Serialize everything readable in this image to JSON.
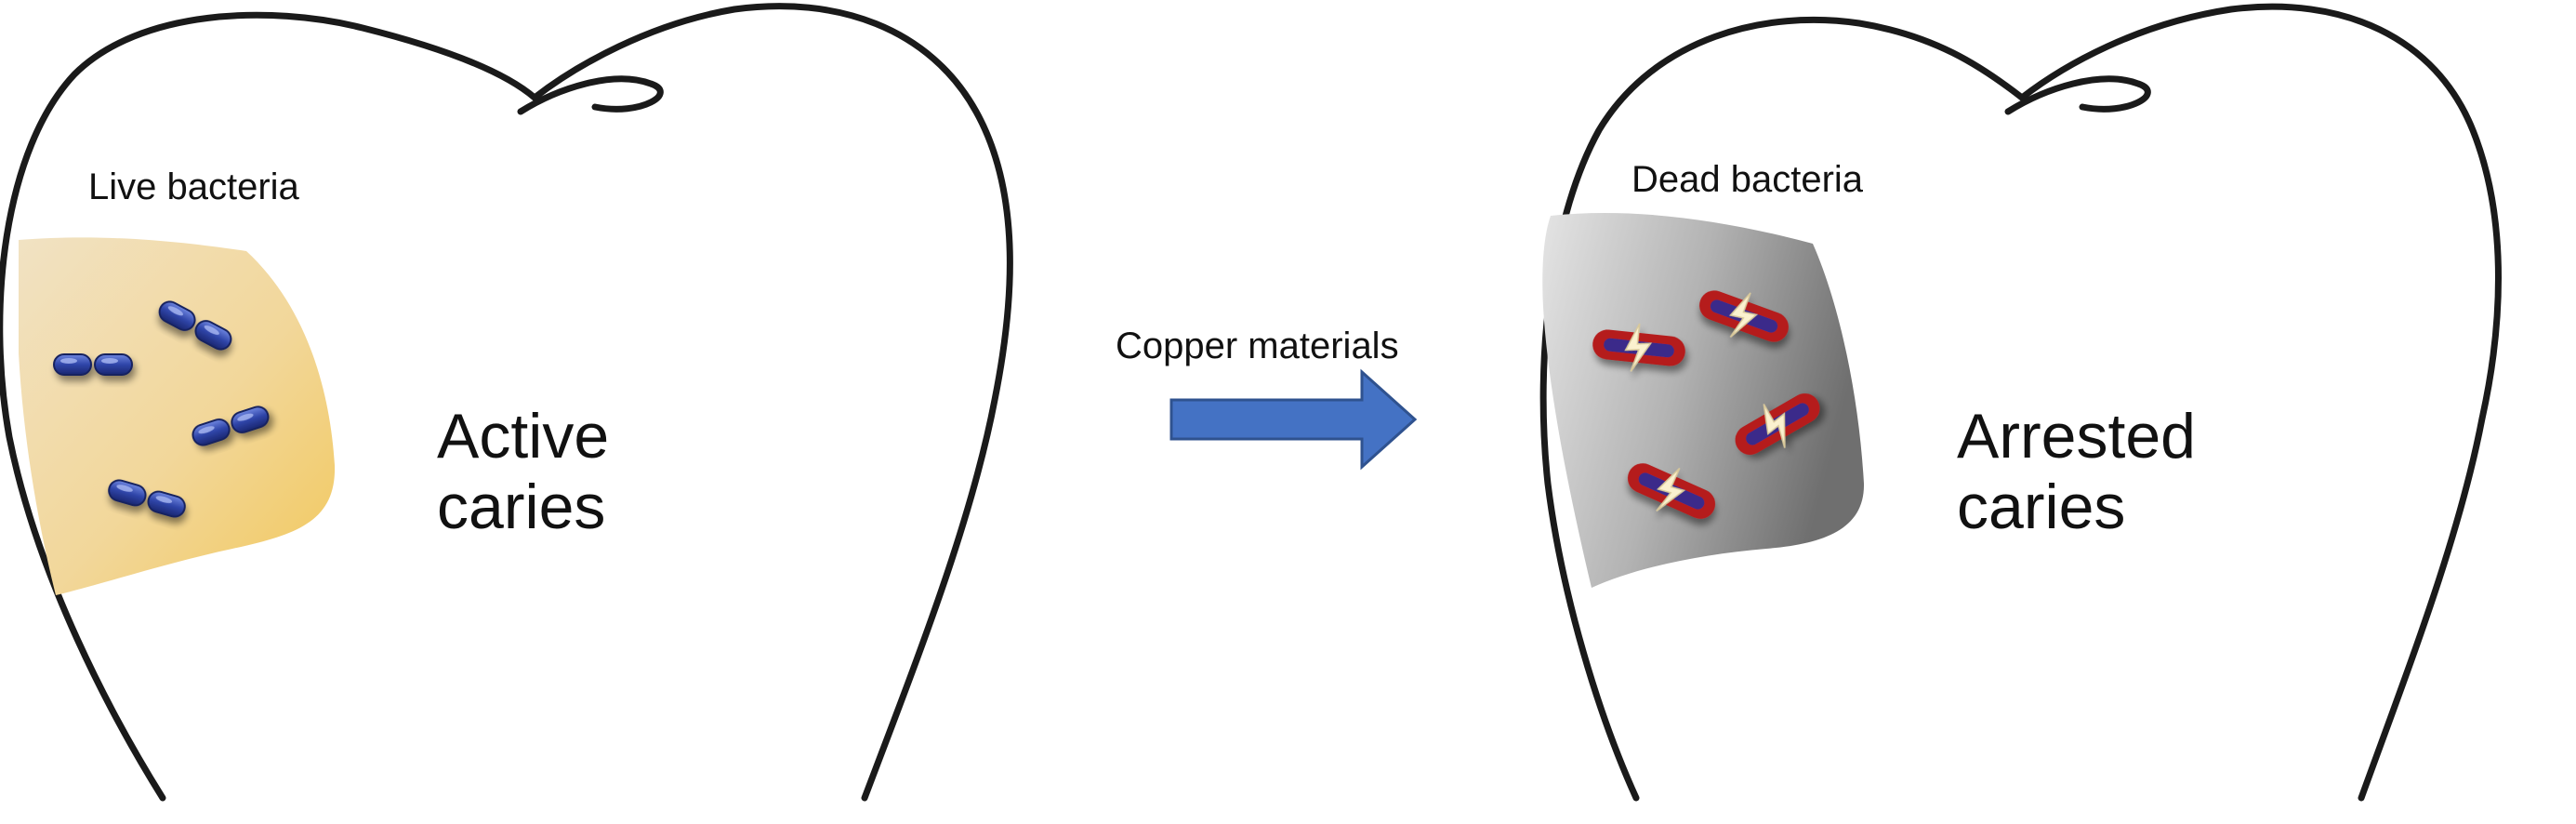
{
  "left_panel": {
    "bacteria_label": "Live bacteria",
    "state_line1": "Active",
    "state_line2": "caries"
  },
  "right_panel": {
    "bacteria_label": "Dead bacteria",
    "state_line1": "Arrested",
    "state_line2": "caries"
  },
  "arrow": {
    "label": "Copper materials"
  },
  "colors": {
    "tooth_outline": "#1a1a1a",
    "active_lesion": "#f0cf7e",
    "arrested_lesion": "#9a9a9a",
    "live_bacteria": "#2b3f9e",
    "dead_bacteria_rim": "#b51f1f",
    "dead_bacteria_core": "#3a2a8a",
    "arrow_fill": "#4472c4",
    "arrow_stroke": "#2f528f"
  },
  "icons": [
    "tooth-outline-icon",
    "live-bacterium-icon",
    "dead-bacterium-icon",
    "lightning-bolt-icon",
    "right-arrow-icon"
  ]
}
